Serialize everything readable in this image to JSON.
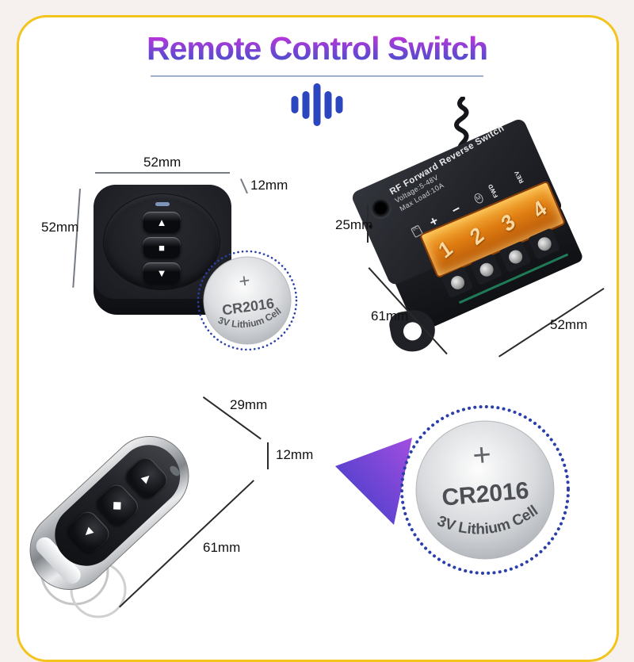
{
  "header": {
    "title": "Remote Control Switch"
  },
  "colors": {
    "frame_yellow": "#F2C41C",
    "title_gradient_top": "#CF2FD8",
    "title_gradient_bottom": "#3A50C9",
    "wave_blue": "#2B46BF",
    "dotted_circle_blue": "#2B3FA8",
    "terminal_orange": "#E07D12",
    "arrow_gradient_blue": "#3C3CC8",
    "arrow_gradient_purple": "#A24EE0"
  },
  "square_remote": {
    "width_label": "52mm",
    "height_label": "52mm",
    "depth_label": "12mm",
    "glyph_up": "▲",
    "glyph_stop": "■",
    "glyph_down": "▼"
  },
  "receiver": {
    "title": "RF Forward Reverse Switch",
    "voltage": "Voltage:5-48V",
    "max_load": "Max Load:10A",
    "terminal_plus": "+",
    "terminal_minus": "−",
    "terminal_fwd": "FWD",
    "terminal_rev": "REV",
    "motor_icon_label": "M",
    "numbers": [
      "1",
      "2",
      "3",
      "4"
    ],
    "height_label": "25mm",
    "depth_label": "61mm",
    "width_label": "52mm"
  },
  "keyfob": {
    "width_label": "29mm",
    "depth_label": "12mm",
    "length_label": "61mm",
    "glyph_up": "▲",
    "glyph_mid": "◆",
    "glyph_down": "▼"
  },
  "battery_small": {
    "polarity": "+",
    "model": "CR2016",
    "type": "3V Lithium Cell"
  },
  "battery_large": {
    "polarity": "+",
    "model": "CR2016",
    "type": "3V Lithium Cell"
  }
}
